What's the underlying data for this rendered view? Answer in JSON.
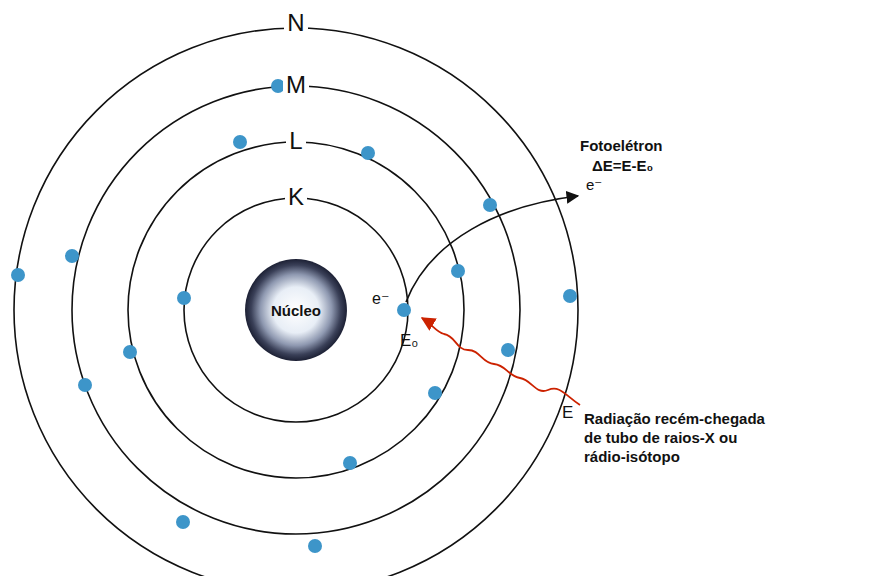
{
  "diagram": {
    "nodes": [
      {
        "text": [
          "Núcleo"
        ]
      }
    ],
    "labels": [
      "N",
      "M",
      "L",
      "K",
      "e⁻",
      "E₀",
      "Fotoelétron",
      "ΔE=E-E₀",
      "e⁻",
      "E",
      "Radiação recém-chegada de tubo de raios-X ou rádio-isótopo"
    ]
  }
}
